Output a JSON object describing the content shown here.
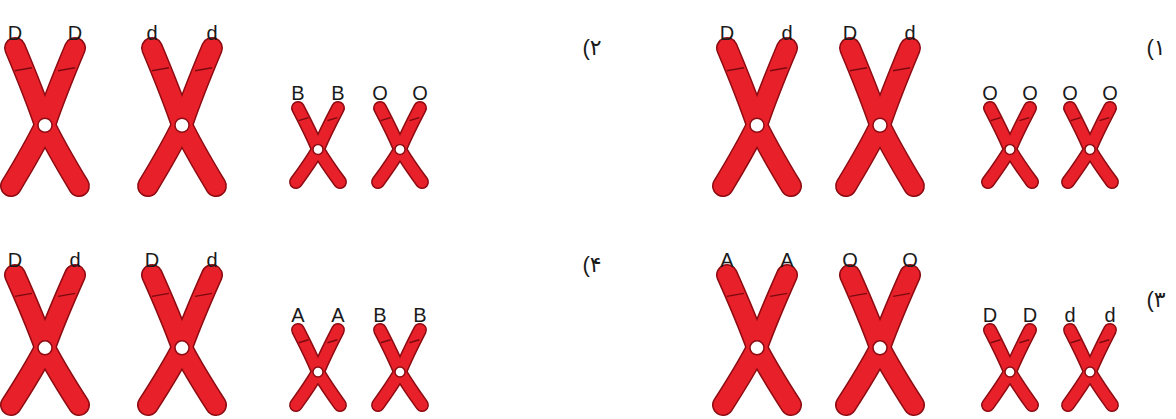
{
  "diagram": {
    "labels": [
      "D",
      "D",
      "d",
      "d",
      "B",
      "B",
      "O",
      "O",
      "(۲",
      "D",
      "d",
      "D",
      "d",
      "O",
      "O",
      "O",
      "O",
      "(۱",
      "D",
      "d",
      "D",
      "d",
      "A",
      "A",
      "B",
      "B",
      "(۴",
      "A",
      "A",
      "O",
      "O",
      "D",
      "D",
      "d",
      "d",
      "(۳"
    ]
  }
}
